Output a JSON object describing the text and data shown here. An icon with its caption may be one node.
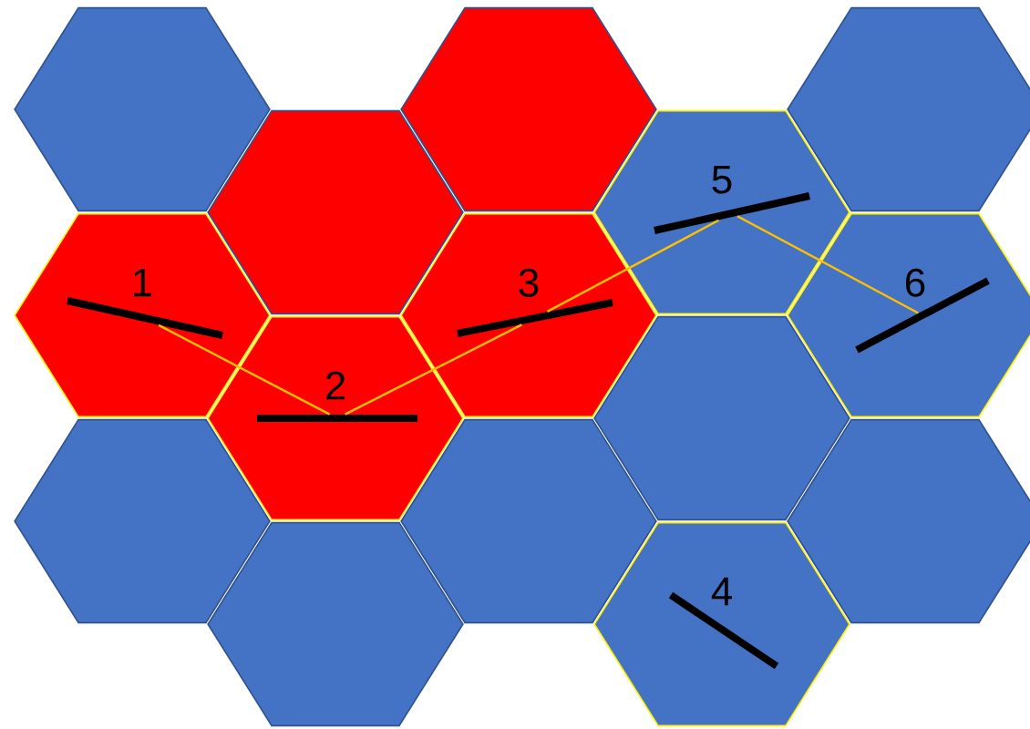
{
  "diagram": {
    "nodes": [
      {
        "text": [],
        "shape": "hexagon"
      },
      {
        "text": [],
        "shape": "hexagon"
      },
      {
        "text": [],
        "shape": "hexagon"
      },
      {
        "text": [],
        "shape": "hexagon"
      },
      {
        "text": [
          "5"
        ]
      },
      {
        "text": [
          "1"
        ]
      },
      {
        "text": [
          "3"
        ]
      },
      {
        "text": [
          "6"
        ]
      },
      {
        "text": [
          "2"
        ]
      },
      {
        "text": [],
        "shape": "hexagon"
      },
      {
        "text": [],
        "shape": "hexagon"
      },
      {
        "text": [],
        "shape": "hexagon"
      },
      {
        "text": [],
        "shape": "hexagon"
      },
      {
        "text": [],
        "shape": "hexagon"
      },
      {
        "text": [
          "4"
        ]
      },
      {
        "text": [],
        "shape": "bar",
        "in": 5
      },
      {
        "text": [],
        "shape": "bar",
        "in": 8
      },
      {
        "text": [],
        "shape": "bar",
        "in": 6
      },
      {
        "text": [],
        "shape": "bar",
        "in": 4
      },
      {
        "text": [],
        "shape": "bar",
        "in": 7
      },
      {
        "text": [],
        "shape": "bar",
        "in": 14
      }
    ],
    "edges": [
      {
        "from": 15,
        "to": 16,
        "arrow": "none",
        "color": "#ffc000"
      },
      {
        "from": 16,
        "to": 17,
        "arrow": "none",
        "color": "#ffc000"
      },
      {
        "from": 17,
        "to": 18,
        "arrow": "none",
        "color": "#ffc000"
      },
      {
        "from": 18,
        "to": 19,
        "arrow": "none",
        "color": "#ffc000"
      }
    ]
  }
}
